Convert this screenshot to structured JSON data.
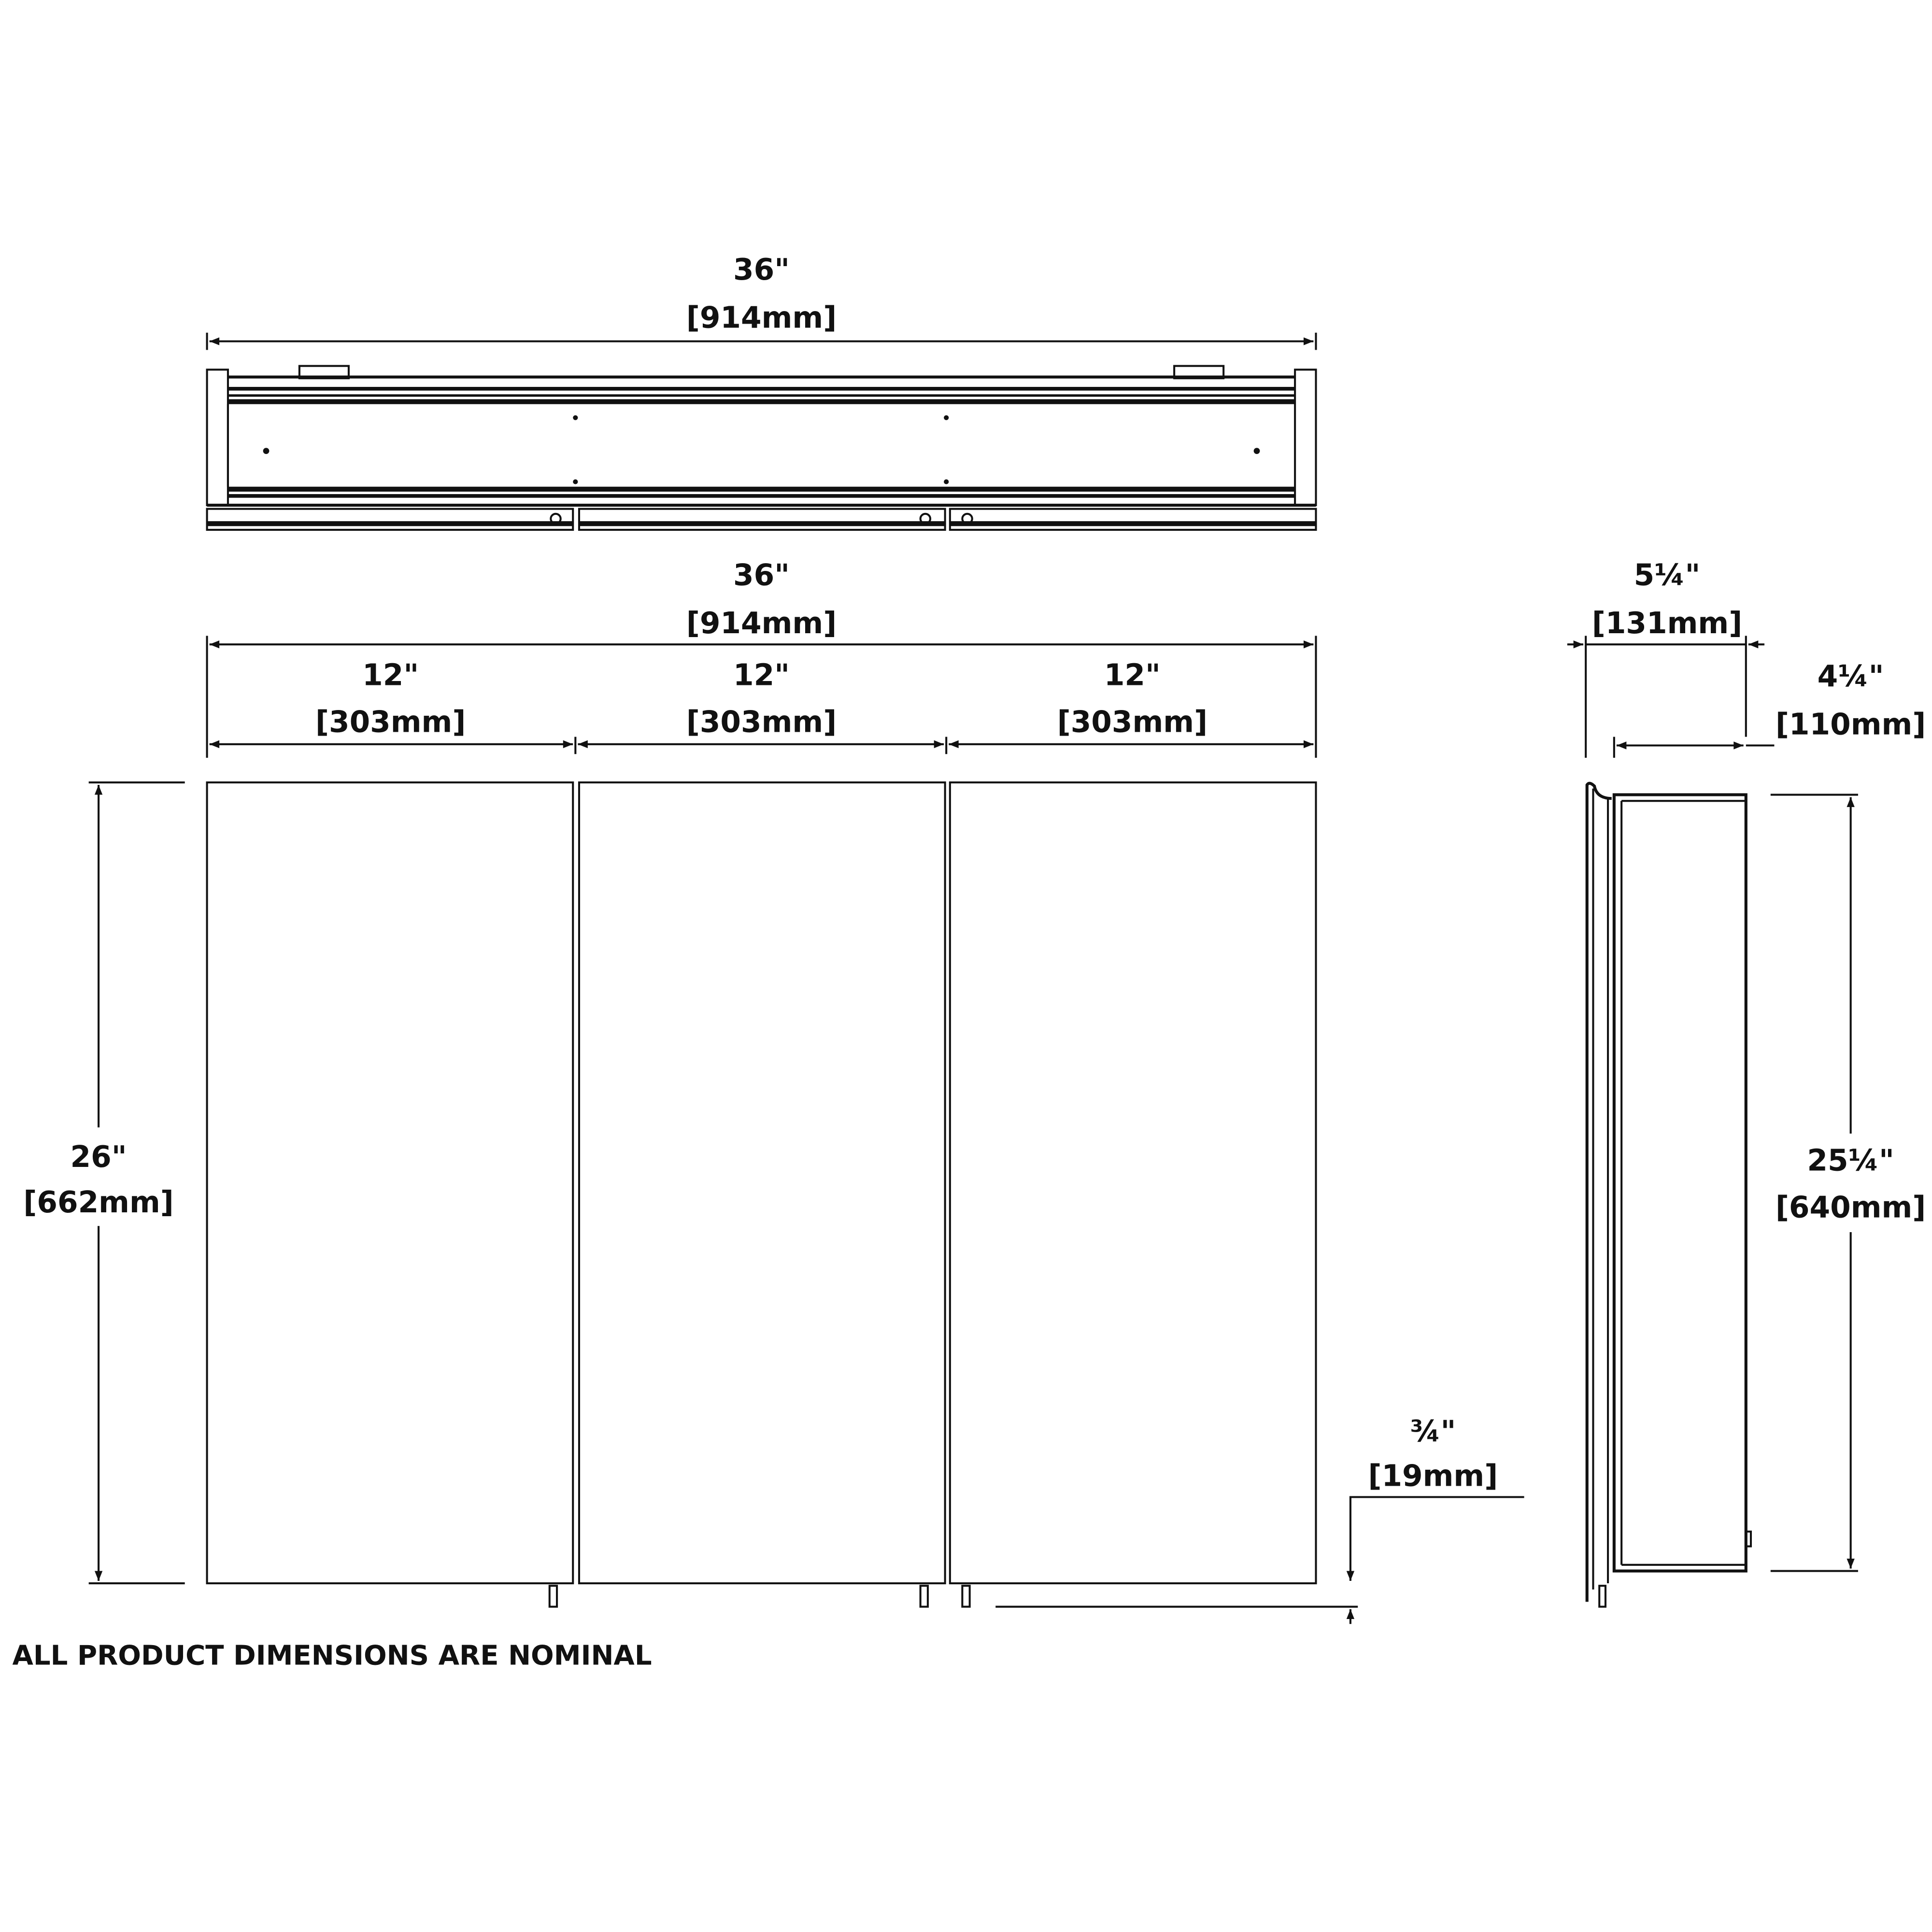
{
  "colors": {
    "ink": "#111111",
    "background": "#ffffff"
  },
  "top_view": {
    "width_in": "36\"",
    "width_mm": "[914mm]"
  },
  "front_view": {
    "overall_width_in": "36\"",
    "overall_width_mm": "[914mm]",
    "doors": [
      {
        "width_in": "12\"",
        "width_mm": "[303mm]"
      },
      {
        "width_in": "12\"",
        "width_mm": "[303mm]"
      },
      {
        "width_in": "12\"",
        "width_mm": "[303mm]"
      }
    ],
    "height_in": "26\"",
    "height_mm": "[662mm]",
    "offset_in": "¾\"",
    "offset_mm": "[19mm]"
  },
  "side_view": {
    "depth_in": "5¼\"",
    "depth_mm": "[131mm]",
    "box_depth_in": "4¼\"",
    "box_depth_mm": "[110mm]",
    "box_height_in": "25¼\"",
    "box_height_mm": "[640mm]"
  },
  "note": "ALL PRODUCT DIMENSIONS ARE NOMINAL"
}
